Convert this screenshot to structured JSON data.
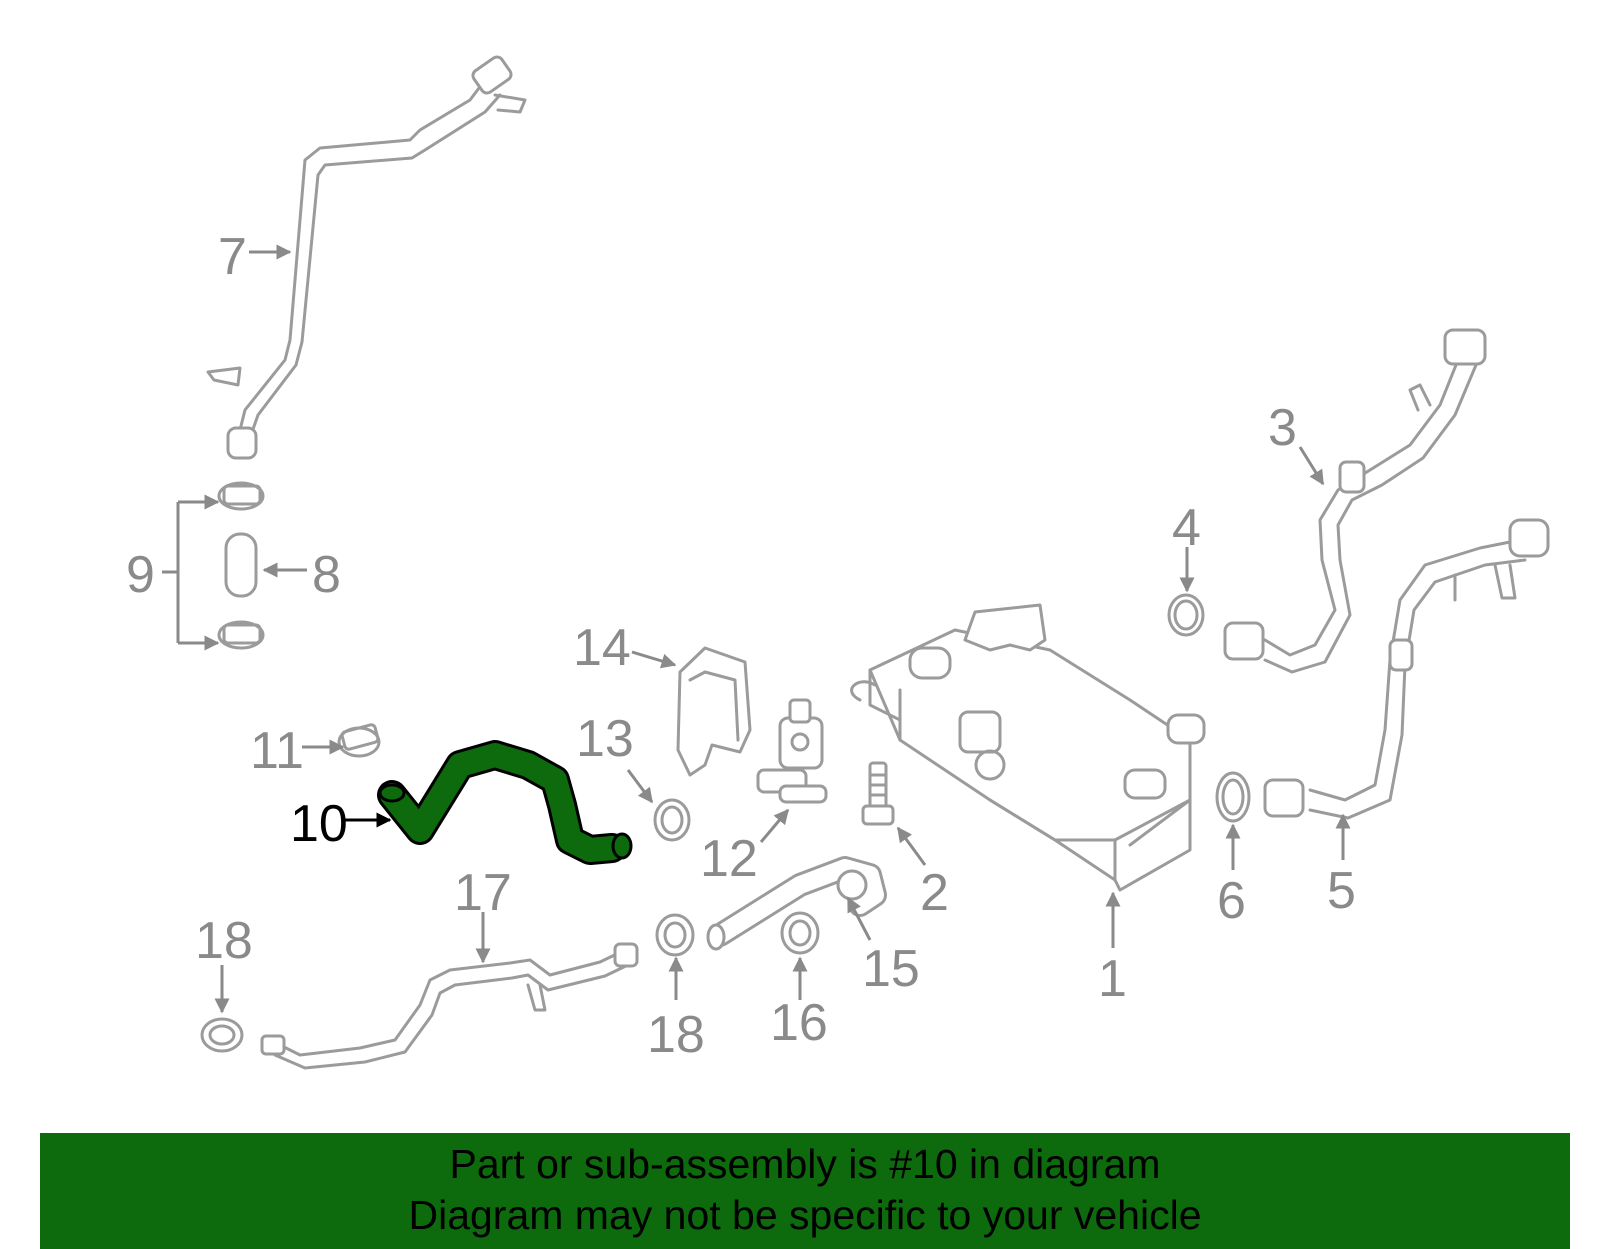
{
  "highlight_color": "#0d6a0d",
  "callouts": {
    "c1": "1",
    "c2": "2",
    "c3": "3",
    "c4": "4",
    "c5": "5",
    "c6": "6",
    "c7": "7",
    "c8": "8",
    "c9": "9",
    "c10": "10",
    "c11": "11",
    "c12": "12",
    "c13": "13",
    "c14": "14",
    "c15": "15",
    "c16": "16",
    "c17": "17",
    "c18a": "18",
    "c18b": "18"
  },
  "banner": {
    "line1": "Part or sub-assembly is #10 in diagram",
    "line2": "Diagram may not be specific to your vehicle"
  }
}
